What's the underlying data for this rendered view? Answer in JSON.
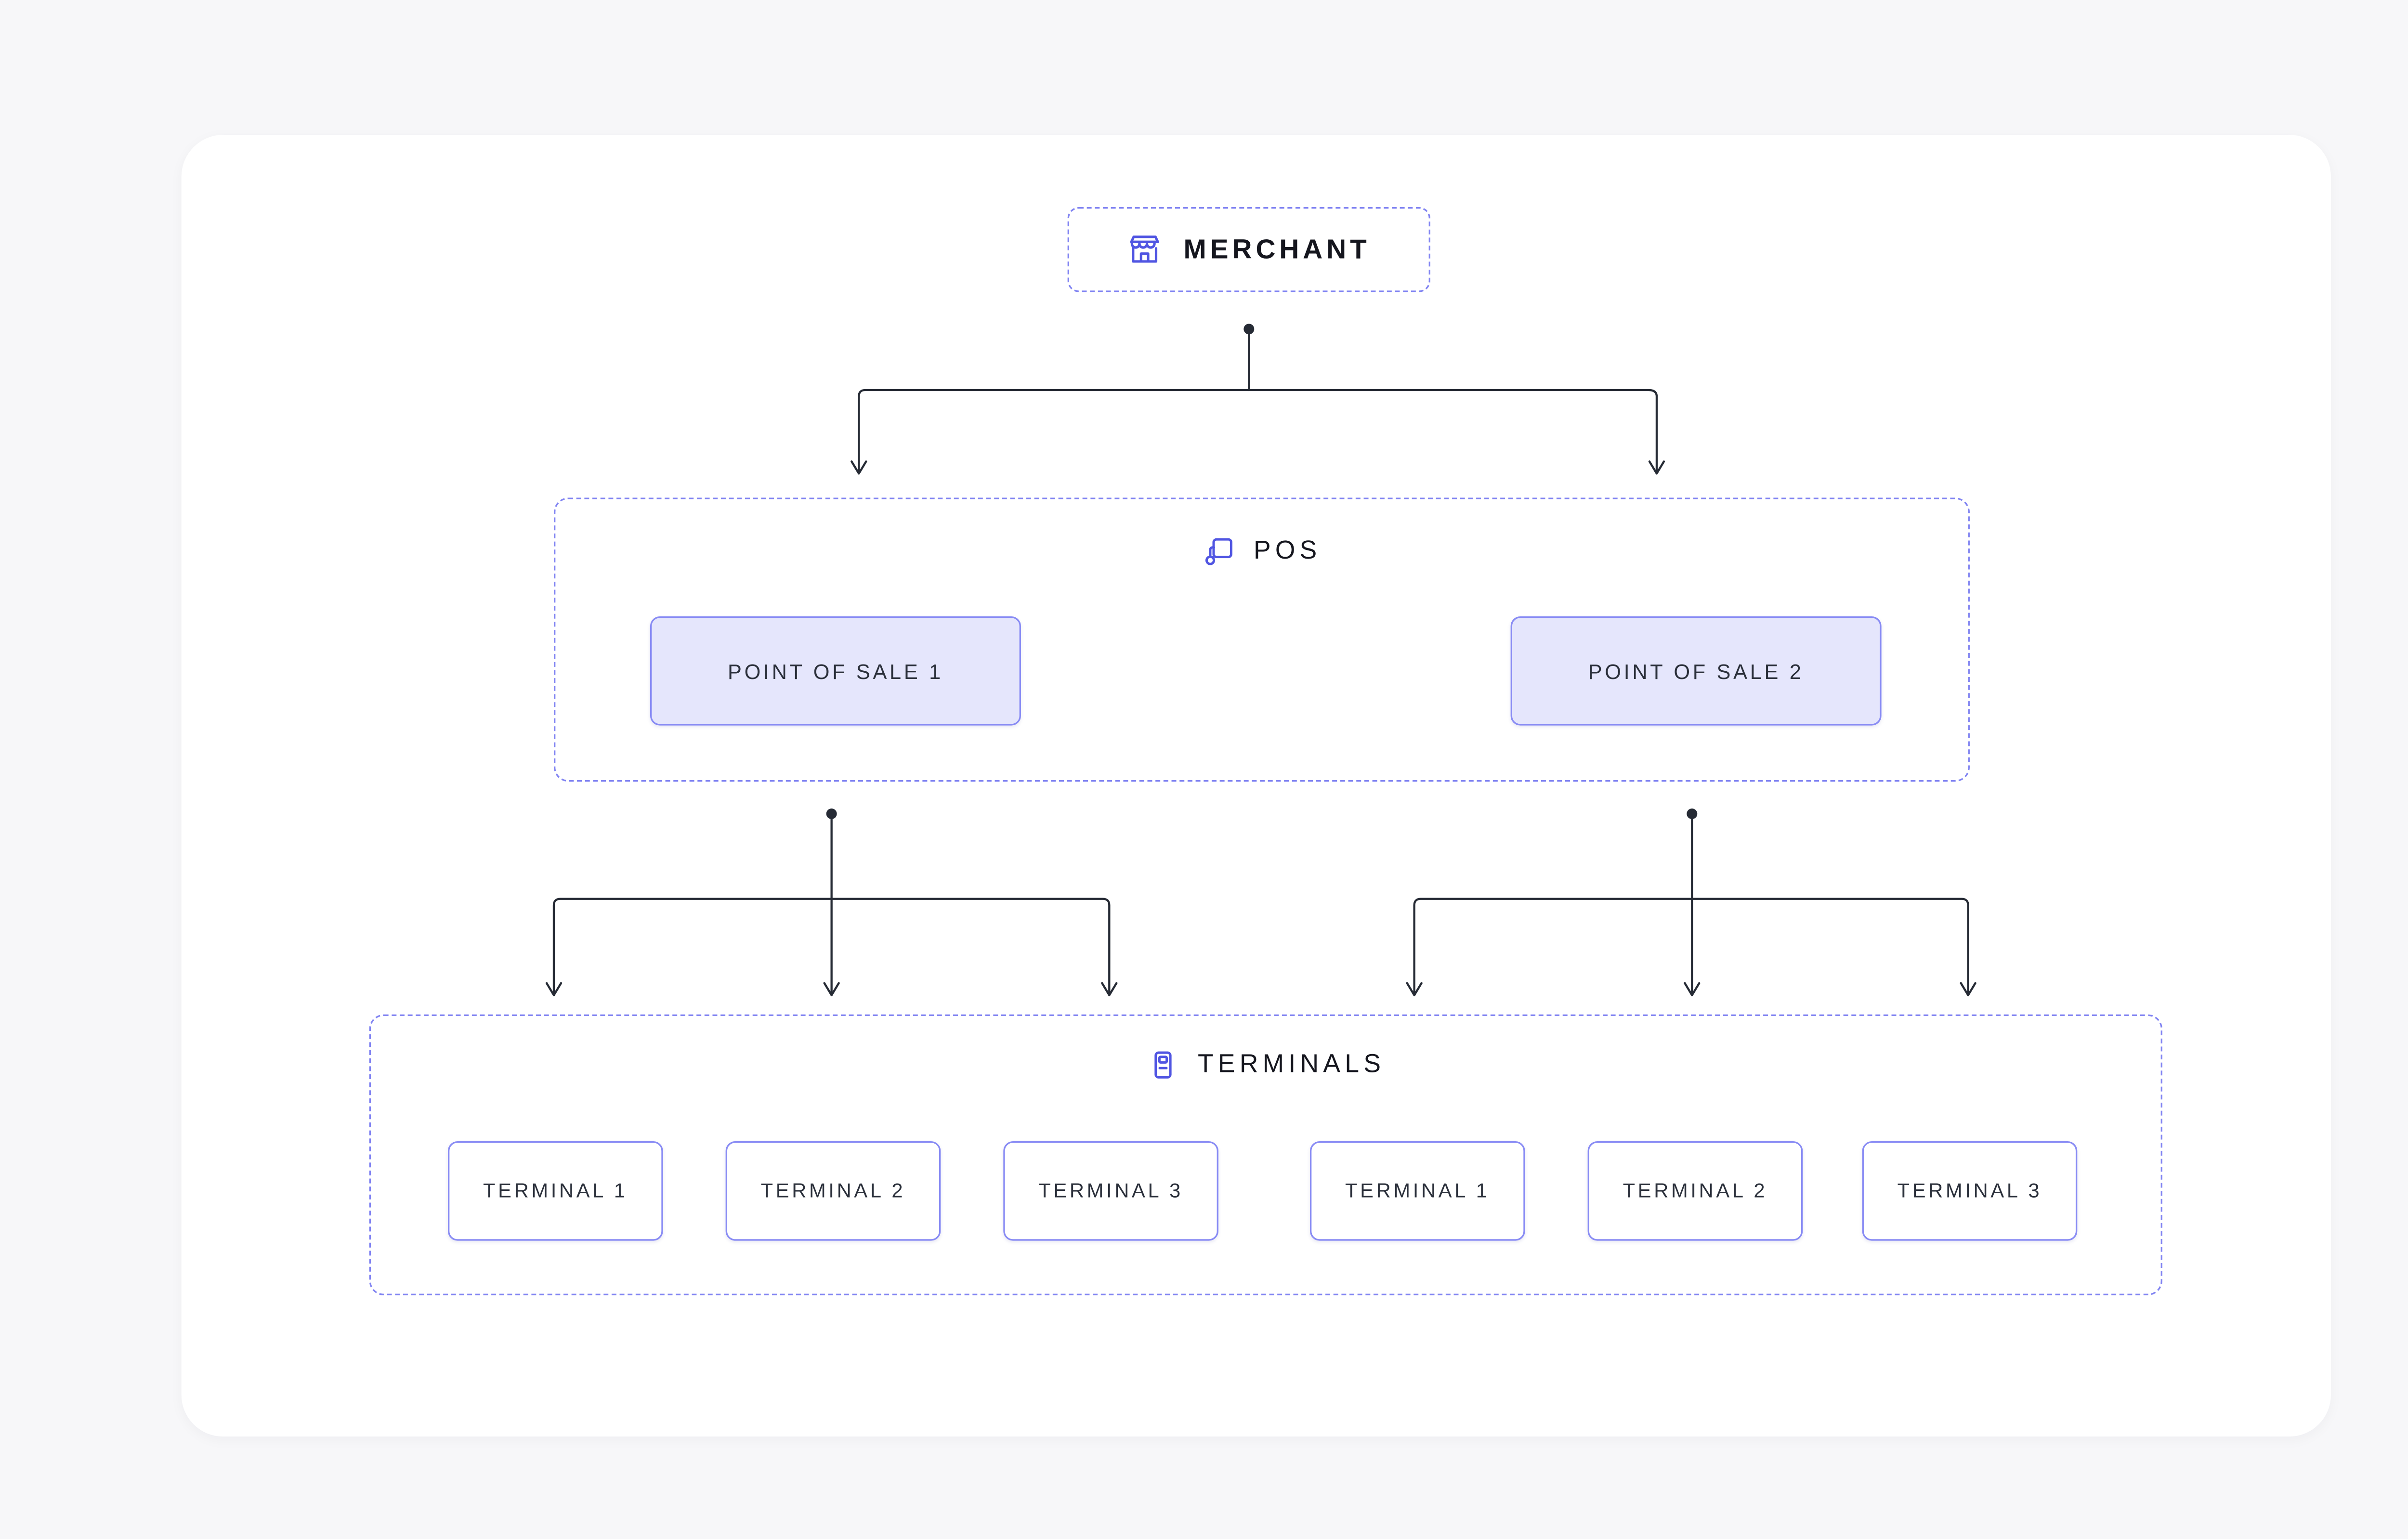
{
  "diagram": {
    "merchant": {
      "label": "MERCHANT",
      "icon": "storefront-icon"
    },
    "pos_group": {
      "label": "POS",
      "icon": "pos-icon",
      "nodes": [
        "POINT OF SALE 1",
        "POINT OF SALE 2"
      ]
    },
    "terminals_group": {
      "label": "TERMINALS",
      "icon": "payment-terminal-icon",
      "nodes": [
        "TERMINAL 1",
        "TERMINAL 2",
        "TERMINAL 3",
        "TERMINAL 1",
        "TERMINAL 2",
        "TERMINAL 3"
      ]
    },
    "colors": {
      "page_bg": "#f7f7f9",
      "card_bg": "#ffffff",
      "accent": "#5055e2",
      "dashed_border": "#8184f2",
      "node_border": "#888bf4",
      "node_fill": "#e5e6fc",
      "connector": "#262b35",
      "text_dark": "#15161e",
      "text_node": "#2b303b"
    }
  }
}
